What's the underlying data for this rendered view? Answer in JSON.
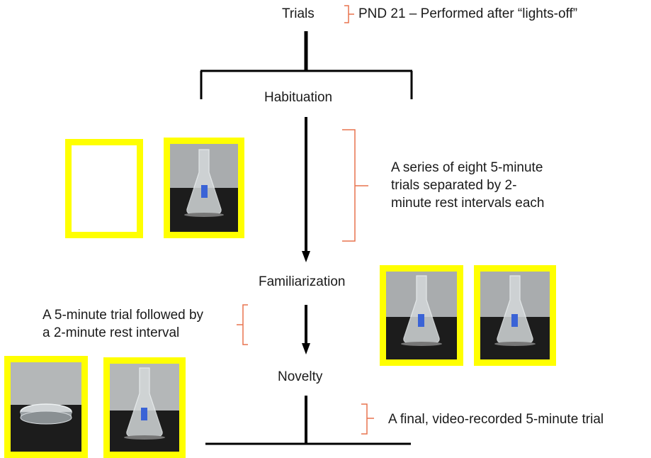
{
  "top": {
    "title": "Trials",
    "note": "PND 21 – Performed after “lights-off”"
  },
  "stages": {
    "habituation": {
      "label": "Habituation",
      "note_lines": [
        "A series of eight 5-minute",
        "trials separated by 2-",
        "minute rest intervals each"
      ],
      "objects": [
        "empty",
        "flask"
      ]
    },
    "familiarization": {
      "label": "Familiarization",
      "note_lines": [
        "A 5-minute trial followed by",
        "a 2-minute rest interval"
      ],
      "objects": [
        "flask",
        "flask"
      ]
    },
    "novelty": {
      "label": "Novelty",
      "note": "A final, video-recorded 5-minute trial",
      "objects": [
        "petri-dish",
        "flask"
      ]
    }
  },
  "colors": {
    "frame": "#ffff00",
    "bracket": "#e8734f",
    "line": "#000000"
  }
}
